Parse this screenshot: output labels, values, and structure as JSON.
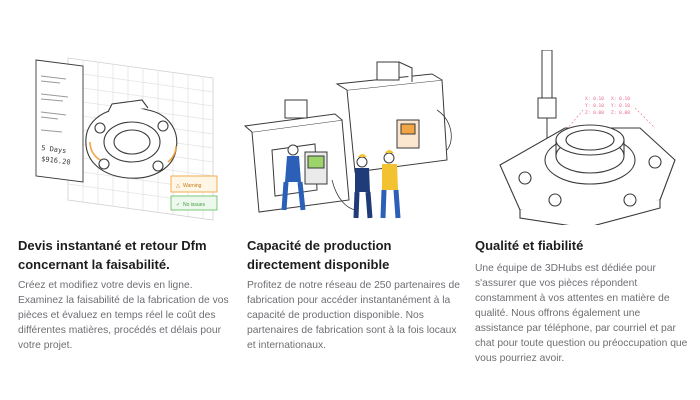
{
  "features": [
    {
      "title": "Devis instantané et retour Dfm concernant la faisabilité.",
      "description": "Créez et modifiez votre devis en ligne. Examinez la faisabilité de la fabrication de vos pièces et évaluez en temps réel le coût des différentes matières, procédés et délais pour votre projet.",
      "illustration": {
        "icon": "cad-quote-illustration",
        "quote_price": "$916.20",
        "quote_days": "5 Days",
        "warning_label": "Warning",
        "ok_label": "No issues"
      }
    },
    {
      "title": "Capacité de production directement disponible",
      "description": "Profitez de notre réseau de 250 partenaires de fabrication pour accéder instantanément à la capacité de production disponible. Nos partenaires de fabrication sont à la fois locaux et internationaux.",
      "illustration": {
        "icon": "factory-machines-illustration"
      }
    },
    {
      "title": "Qualité et fiabilité",
      "description": "Une équipe de 3DHubs est dédiée pour s'assurer que vos pièces répondent constamment à vos attentes en matière de qualité. Nous offrons également une assistance par téléphone, par courriel et par chat pour toute question ou préoccupation que vous pourriez avoir.",
      "illustration": {
        "icon": "quality-probe-illustration"
      }
    }
  ],
  "colors": {
    "line": "#3a3a3a",
    "grid": "#e3e3e3",
    "blue": "#2c5fb8",
    "yellow": "#f2c230",
    "orange": "#f2a544",
    "green": "#6cc36c",
    "red": "#e03a3a",
    "pink": "#e86a8a"
  }
}
